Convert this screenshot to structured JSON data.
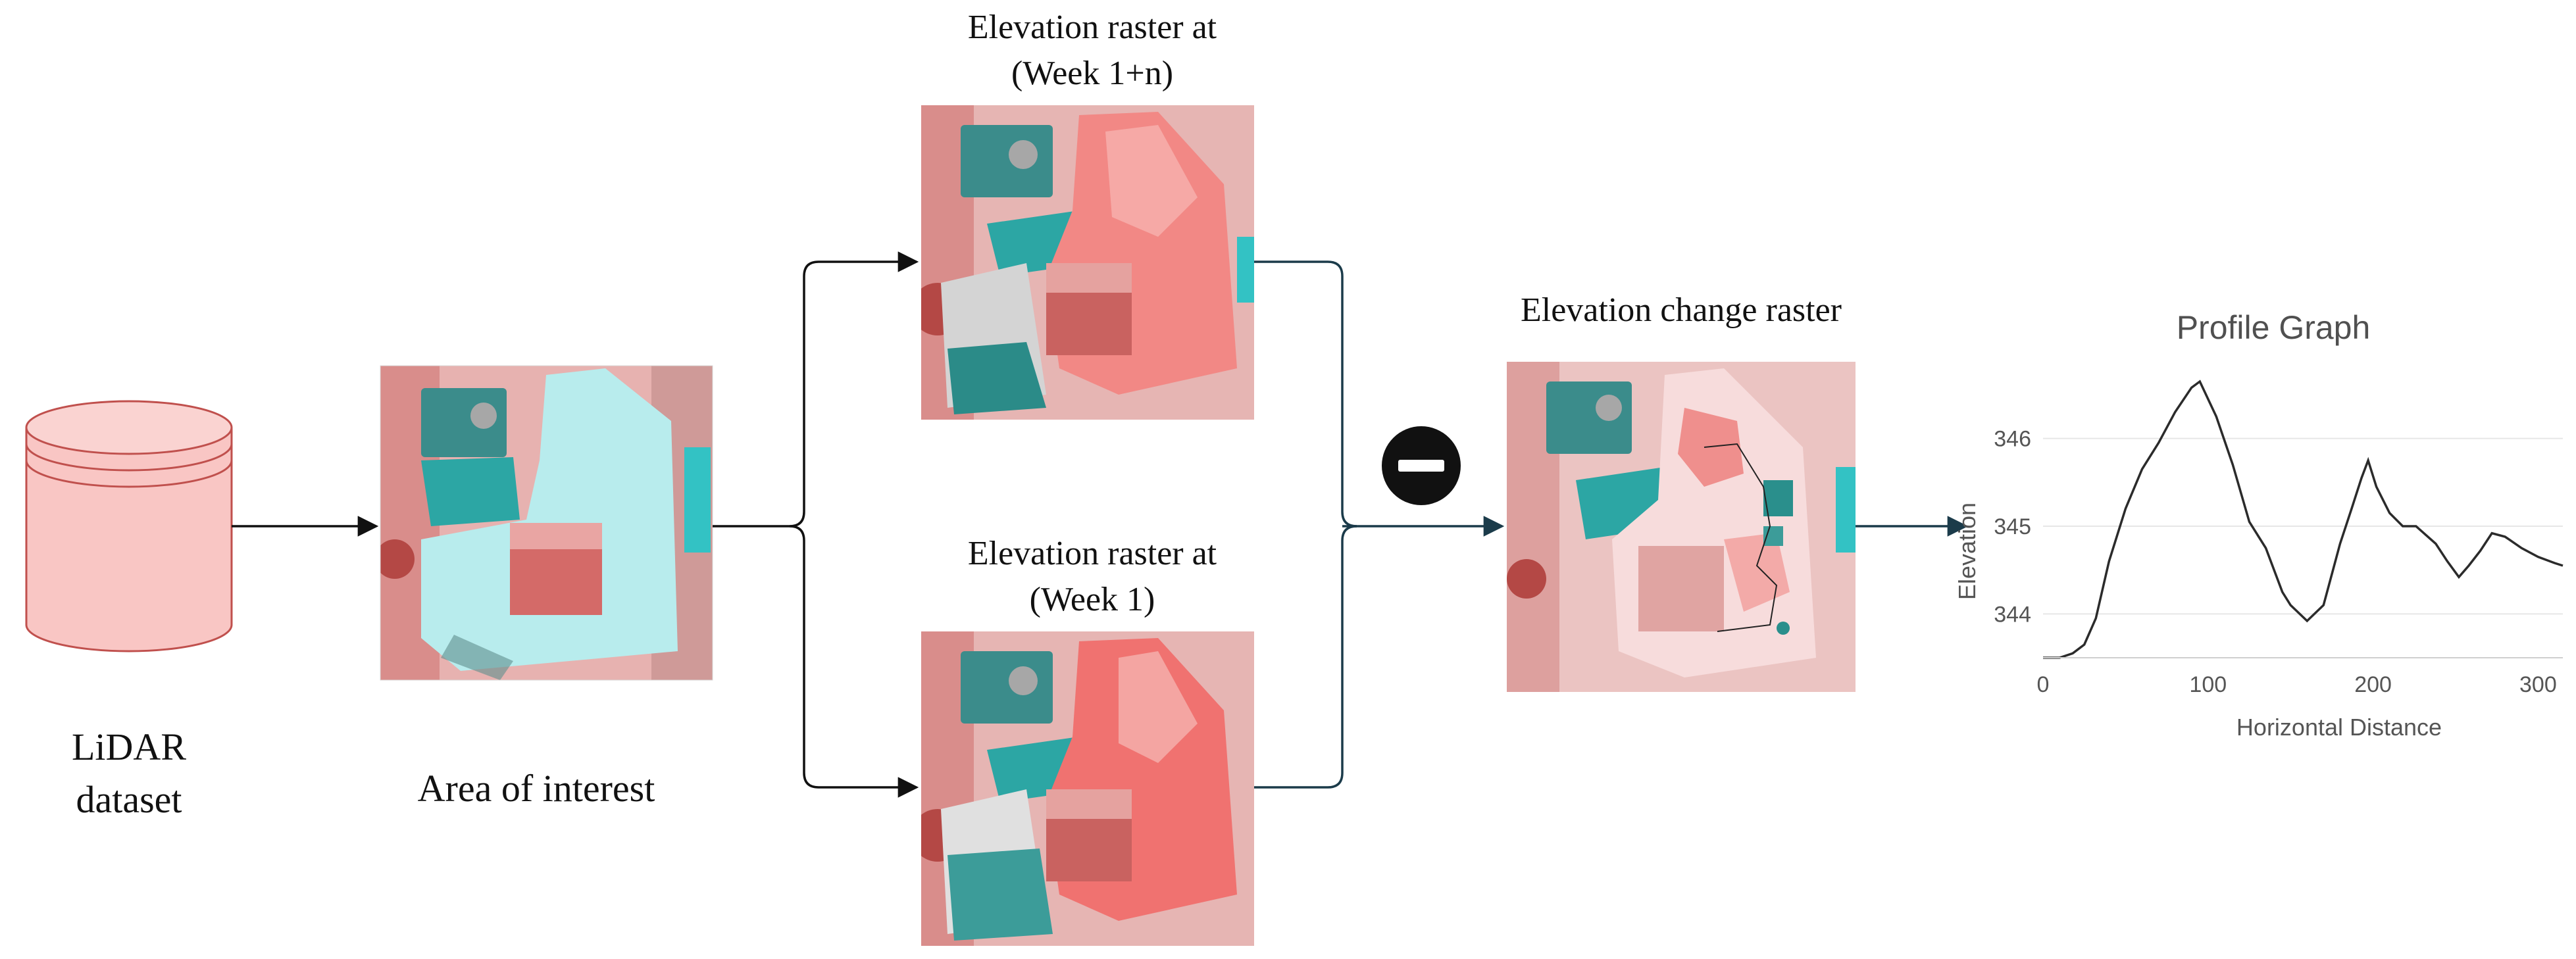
{
  "labels": {
    "lidar_line1": "LiDAR",
    "lidar_line2": "dataset",
    "area_of_interest": "Area of interest",
    "week_n_line1": "Elevation raster at",
    "week_n_line2": "(Week 1+n)",
    "week_1_line1": "Elevation raster at",
    "week_1_line2": "(Week 1)",
    "change_raster": "Elevation change raster",
    "profile_title": "Profile Graph"
  },
  "colors": {
    "database_fill": "#f9c6c4",
    "database_stroke": "#c0504d",
    "aoi_fill": "#b8eced",
    "raster_red": "#f08080",
    "raster_teal": "#2a8f8c",
    "arrow": "#111111",
    "profile_line": "#2b2b2b",
    "gridline": "#e6e6e6"
  },
  "operator": {
    "symbol": "minus",
    "icon": "minus-circle-icon"
  },
  "chart_data": {
    "type": "line",
    "title": "Profile Graph",
    "xlabel": "Horizontal Distance",
    "ylabel": "Elevation",
    "xlim": [
      0,
      315
    ],
    "ylim": [
      343.5,
      346.8
    ],
    "xticks": [
      "0",
      "100",
      "200",
      "300"
    ],
    "yticks": [
      "344",
      "345",
      "346"
    ],
    "grid": "horizontal",
    "series": [
      {
        "x": [
          0,
          10,
          18,
          25,
          32,
          40,
          50,
          60,
          70,
          80,
          90,
          95,
          105,
          115,
          125,
          135,
          145,
          150,
          160,
          170,
          180,
          187,
          193,
          197,
          202,
          210,
          218,
          226,
          232,
          238,
          245,
          252,
          258,
          265,
          272,
          280,
          290,
          300,
          310,
          315
        ],
        "y": [
          343.5,
          343.5,
          343.55,
          343.65,
          343.95,
          344.6,
          345.2,
          345.65,
          345.95,
          346.3,
          346.58,
          346.65,
          346.25,
          345.7,
          345.05,
          344.75,
          344.25,
          344.1,
          343.92,
          344.1,
          344.8,
          345.2,
          345.55,
          345.75,
          345.45,
          345.15,
          345.0,
          345.0,
          344.9,
          344.8,
          344.6,
          344.42,
          344.55,
          344.72,
          344.92,
          344.88,
          344.75,
          344.65,
          344.58,
          344.55
        ]
      }
    ]
  }
}
